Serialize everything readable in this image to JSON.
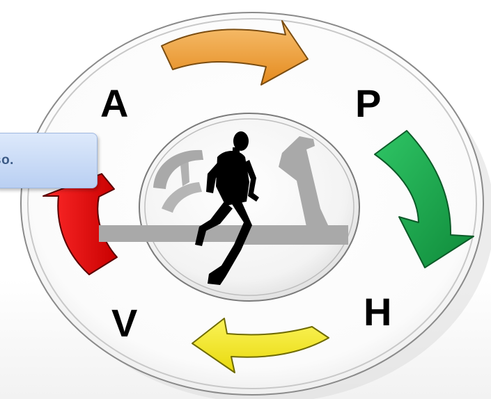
{
  "cycle": {
    "letters": {
      "top_left": "A",
      "top_right": "P",
      "bottom_right": "H",
      "bottom_left": "V"
    },
    "arrows": [
      {
        "name": "orange",
        "color": "#f0a640"
      },
      {
        "name": "green",
        "color": "#1aa04a"
      },
      {
        "name": "yellow",
        "color": "#f4ea1e"
      },
      {
        "name": "red",
        "color": "#e01010"
      }
    ],
    "center_image": "runner-on-treadmill"
  },
  "tooltip": {
    "text": "so."
  }
}
